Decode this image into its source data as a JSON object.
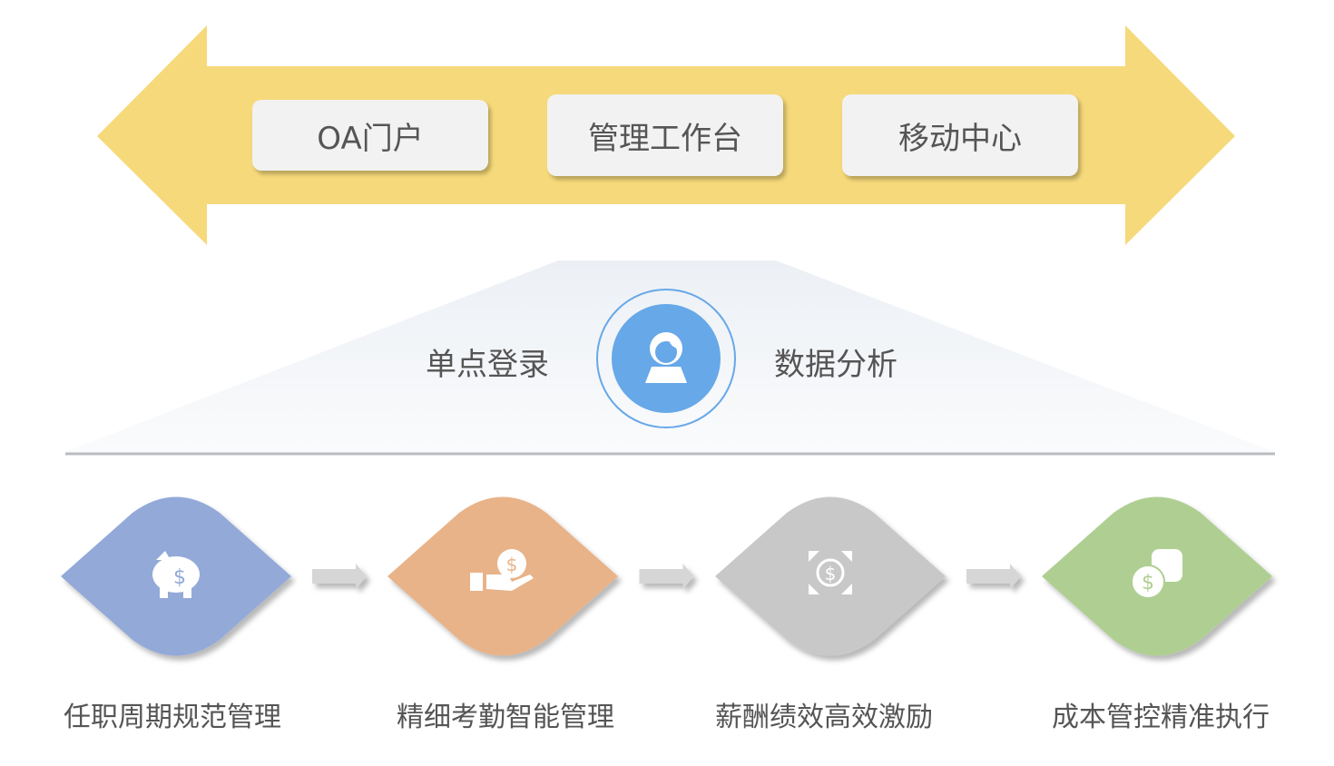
{
  "top_arrow": {
    "buttons": [
      "OA门户",
      "管理工作台",
      "移动中心"
    ],
    "color": "#F6D97A"
  },
  "center": {
    "left_label": "单点登录",
    "right_label": "数据分析",
    "icon": "user-icon",
    "color": "#67A8E8"
  },
  "steps": [
    {
      "label": "任职周期规范管理",
      "icon": "piggy-bank-icon",
      "color": "#93A9D8"
    },
    {
      "label": "精细考勤智能管理",
      "icon": "hand-coin-icon",
      "color": "#E8B389"
    },
    {
      "label": "薪酬绩效高效激励",
      "icon": "money-expand-icon",
      "color": "#C8C8C8"
    },
    {
      "label": "成本管控精准执行",
      "icon": "coin-stack-icon",
      "color": "#AFCF92"
    }
  ]
}
